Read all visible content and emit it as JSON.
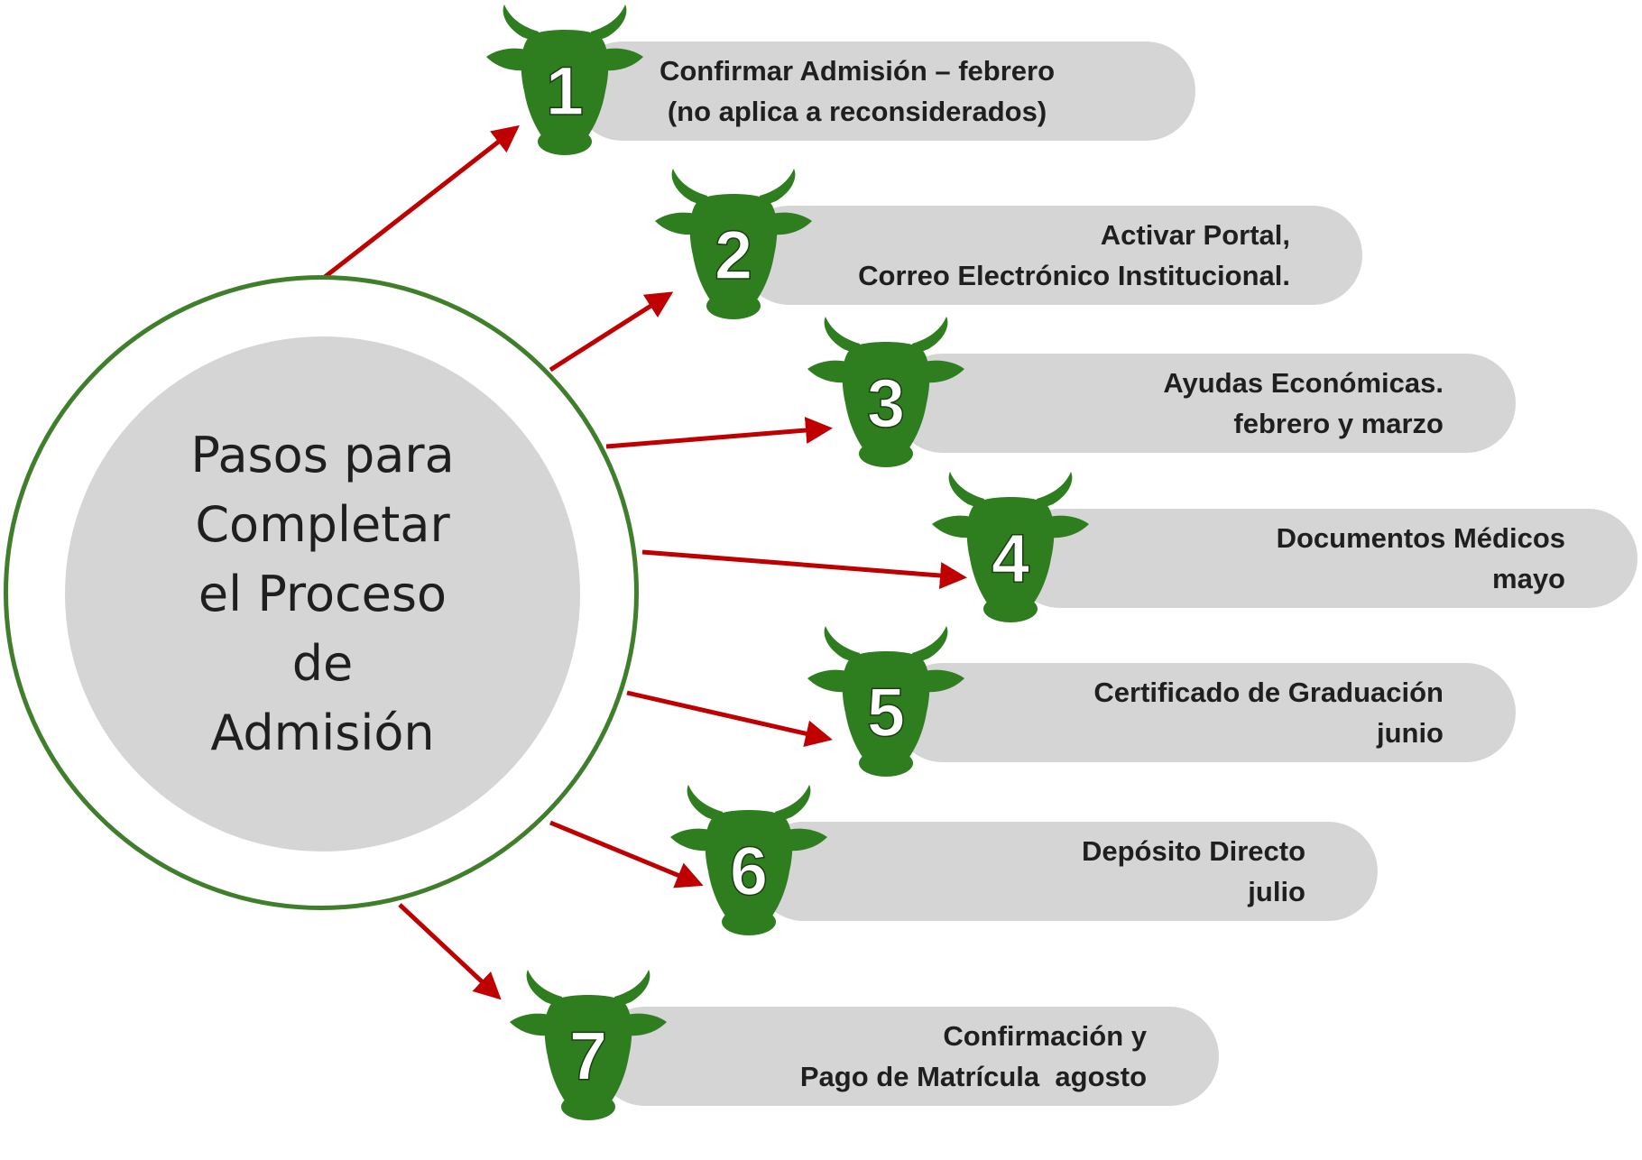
{
  "colors": {
    "bull_green": "#2e7d1e",
    "arrow_red": "#c00000",
    "ring_green": "#3f7f2c",
    "pill_gray": "#d5d5d5",
    "number_white": "#ffffff"
  },
  "hub": {
    "lines": [
      "Pasos para",
      "Completar",
      "el Proceso",
      "de",
      "Admisión"
    ]
  },
  "steps": [
    {
      "number": "1",
      "icon": "bull-head-icon",
      "lines": [
        "Confirmar Admisión – febrero",
        "(no aplica a reconsiderados)"
      ]
    },
    {
      "number": "2",
      "icon": "bull-head-icon",
      "lines": [
        "Activar Portal,",
        "Correo Electrónico Institucional."
      ]
    },
    {
      "number": "3",
      "icon": "bull-head-icon",
      "lines": [
        "Ayudas Económicas.",
        "febrero y marzo"
      ]
    },
    {
      "number": "4",
      "icon": "bull-head-icon",
      "lines": [
        "Documentos Médicos",
        "mayo"
      ]
    },
    {
      "number": "5",
      "icon": "bull-head-icon",
      "lines": [
        "Certificado de Graduación",
        "junio"
      ]
    },
    {
      "number": "6",
      "icon": "bull-head-icon",
      "lines": [
        "Depósito Directo",
        "julio"
      ]
    },
    {
      "number": "7",
      "icon": "bull-head-icon",
      "lines": [
        "Confirmación y",
        "Pago de Matrícula  agosto"
      ]
    }
  ]
}
